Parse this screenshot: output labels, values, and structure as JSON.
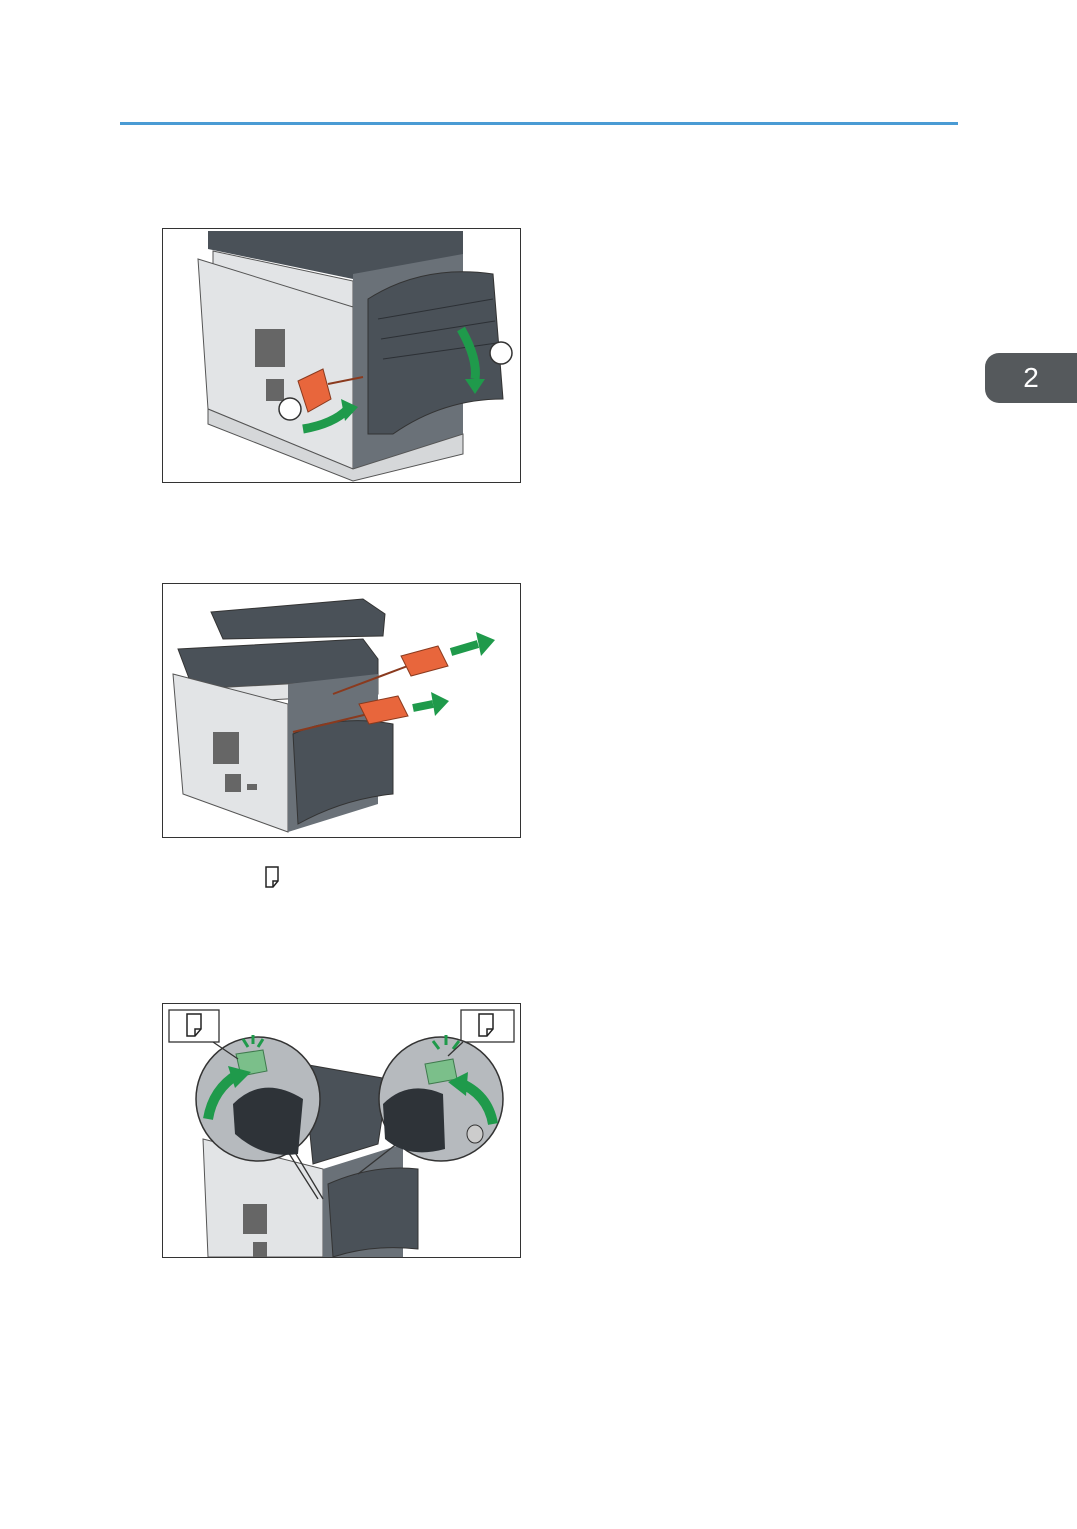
{
  "chapter_tab": {
    "number": "2"
  },
  "figures": [
    {
      "name": "open-rear-cover-figure",
      "callout_labels": [
        "",
        ""
      ]
    },
    {
      "name": "pull-levers-figure"
    },
    {
      "name": "push-levers-back-figure"
    }
  ],
  "icons": {
    "paper_orientation": "paper-portrait-icon"
  },
  "colors": {
    "header_rule": "#4a9bd4",
    "chapter_tab_bg": "#55595c",
    "arrow_green": "#1f9a4b",
    "lever_orange": "#e8663c",
    "printer_dark": "#4a5158",
    "printer_light": "#e2e4e6"
  }
}
